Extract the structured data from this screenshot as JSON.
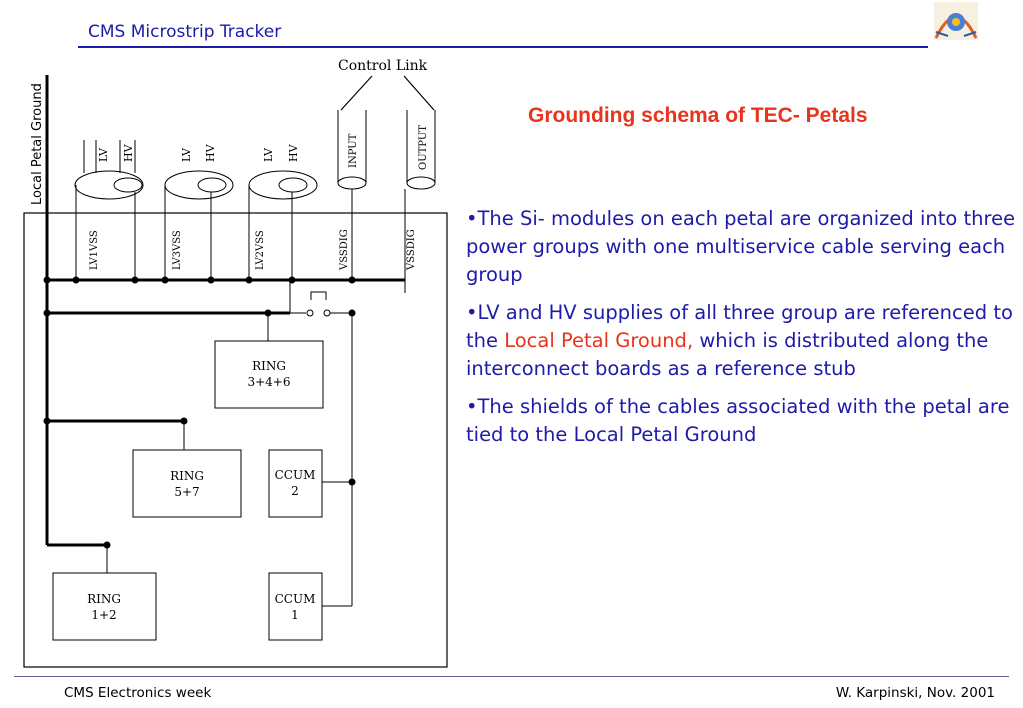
{
  "header": {
    "title": "CMS Microstrip Tracker"
  },
  "slide": {
    "title": "Grounding schema of  TEC- Petals",
    "bullets": [
      {
        "text": "•The Si- modules on each petal are organized into three power groups with one  multiservice cable serving each group"
      },
      {
        "pre": "•LV and HV supplies of all three group are referenced to the ",
        "highlight": "Local Petal Ground,",
        "post": " which  is distributed along the interconnect boards as a reference stub"
      },
      {
        "text": "•The shields of the cables associated with the petal are tied to the Local Petal Ground"
      }
    ]
  },
  "diagram": {
    "control_link": "Control Link",
    "local_petal_ground": "Local Petal Ground",
    "cables": [
      {
        "a": "LV",
        "b": "HV"
      },
      {
        "a": "LV",
        "b": "HV"
      },
      {
        "a": "LV",
        "b": "HV"
      }
    ],
    "input": "INPUT",
    "output": "OUTPUT",
    "supply_labels": [
      "LV1VSS",
      "LV3VSS",
      "LV2VSS",
      "VSSDIG",
      "VSSDIG"
    ],
    "rings": [
      {
        "name": "RING",
        "num": "3+4+6"
      },
      {
        "name": "RING",
        "num": "5+7"
      },
      {
        "name": "RING",
        "num": "1+2"
      }
    ],
    "ccums": [
      {
        "name": "CCUM",
        "num": "2"
      },
      {
        "name": "CCUM",
        "num": "1"
      }
    ]
  },
  "footer": {
    "left": "CMS Electronics week",
    "right": "W. Karpinski, Nov. 2001"
  },
  "colors": {
    "title_red": "#e8341c",
    "text_blue": "#1d1ba8"
  }
}
